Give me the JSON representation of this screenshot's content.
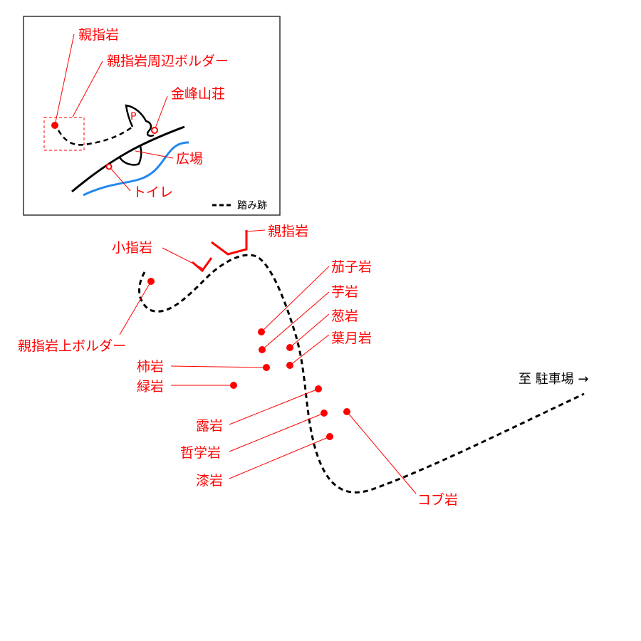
{
  "colors": {
    "accent": "#ff0000",
    "trail": "#000000",
    "river": "#2288ee",
    "road": "#000000"
  },
  "inset_map": {
    "labels": {
      "oyayubi_iwa": "親指岩",
      "oyayubi_surrounding": "親指岩周辺ボルダー",
      "kinpu_sanso": "金峰山荘",
      "hiroba": "広場",
      "toilet": "トイレ",
      "parking_mark": "P"
    },
    "legend": {
      "trail_label": "踏み跡"
    }
  },
  "main_map": {
    "direction": "至 駐車場 →",
    "rocks": {
      "koyubi": "小指岩",
      "oyayubi": "親指岩",
      "oyayubi_ue": "親指岩上ボルダー",
      "nasu": "茄子岩",
      "imo": "芋岩",
      "negi": "葱岩",
      "hazuki": "葉月岩",
      "kaki": "柿岩",
      "midori": "緑岩",
      "tsuyu": "露岩",
      "tetsugaku": "哲学岩",
      "urushi": "漆岩",
      "kobu": "コブ岩"
    }
  }
}
